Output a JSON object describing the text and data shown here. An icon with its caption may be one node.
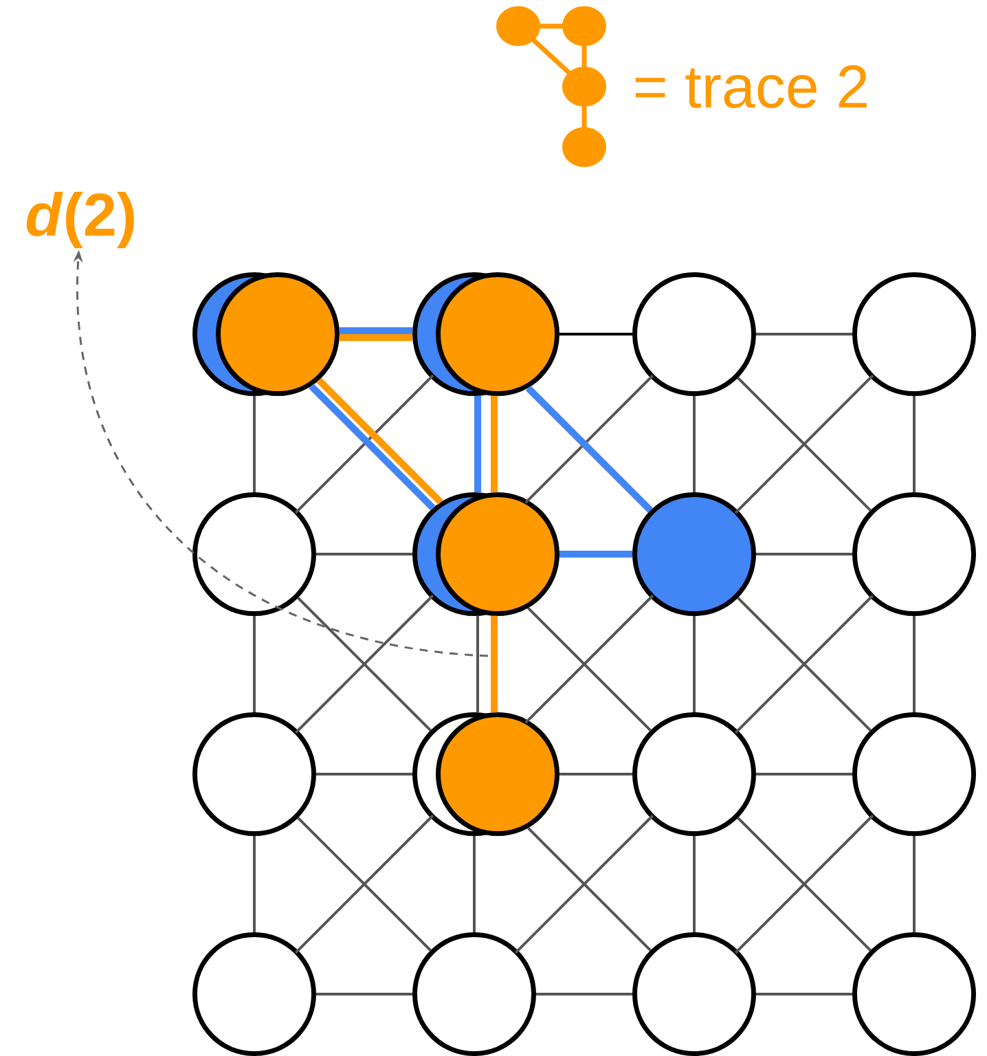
{
  "diagram": {
    "nodes": [
      {
        "text": [],
        "shape": "circle"
      },
      {
        "text": [],
        "shape": "circle"
      },
      {
        "text": [],
        "shape": "circle"
      },
      {
        "text": [],
        "shape": "circle"
      },
      {
        "text": [],
        "shape": "circle"
      },
      {
        "text": [],
        "shape": "circle"
      },
      {
        "text": [],
        "shape": "circle"
      },
      {
        "text": [],
        "shape": "circle"
      },
      {
        "text": [],
        "shape": "circle"
      },
      {
        "text": [],
        "shape": "circle"
      },
      {
        "text": [],
        "shape": "circle"
      },
      {
        "text": [],
        "shape": "circle"
      },
      {
        "text": [],
        "shape": "circle"
      },
      {
        "text": [],
        "shape": "circle"
      },
      {
        "text": [],
        "shape": "circle"
      },
      {
        "text": [],
        "shape": "circle"
      },
      {
        "text": [
          "*d*(2)"
        ]
      }
    ],
    "edges": [
      {
        "from": 1,
        "to": 2,
        "arrow": "none",
        "color": "#000000"
      },
      {
        "from": 2,
        "to": 3,
        "arrow": "none"
      },
      {
        "from": 4,
        "to": 5,
        "arrow": "none"
      },
      {
        "from": 6,
        "to": 7,
        "arrow": "none"
      },
      {
        "from": 8,
        "to": 9,
        "arrow": "none"
      },
      {
        "from": 9,
        "to": 10,
        "arrow": "none"
      },
      {
        "from": 10,
        "to": 11,
        "arrow": "none"
      },
      {
        "from": 12,
        "to": 13,
        "arrow": "none"
      },
      {
        "from": 13,
        "to": 14,
        "arrow": "none"
      },
      {
        "from": 14,
        "to": 15,
        "arrow": "none"
      },
      {
        "from": 0,
        "to": 4,
        "arrow": "none"
      },
      {
        "from": 4,
        "to": 8,
        "arrow": "none"
      },
      {
        "from": 8,
        "to": 12,
        "arrow": "none"
      },
      {
        "from": 5,
        "to": 9,
        "arrow": "none"
      },
      {
        "from": 9,
        "to": 13,
        "arrow": "none"
      },
      {
        "from": 2,
        "to": 6,
        "arrow": "none"
      },
      {
        "from": 6,
        "to": 10,
        "arrow": "none"
      },
      {
        "from": 10,
        "to": 14,
        "arrow": "none"
      },
      {
        "from": 3,
        "to": 7,
        "arrow": "none"
      },
      {
        "from": 7,
        "to": 11,
        "arrow": "none"
      },
      {
        "from": 11,
        "to": 15,
        "arrow": "none"
      },
      {
        "from": 1,
        "to": 4,
        "arrow": "none"
      },
      {
        "from": 2,
        "to": 5,
        "arrow": "none"
      },
      {
        "from": 2,
        "to": 7,
        "arrow": "none"
      },
      {
        "from": 3,
        "to": 6,
        "arrow": "none"
      },
      {
        "from": 4,
        "to": 9,
        "arrow": "none"
      },
      {
        "from": 5,
        "to": 8,
        "arrow": "none"
      },
      {
        "from": 5,
        "to": 10,
        "arrow": "none"
      },
      {
        "from": 6,
        "to": 9,
        "arrow": "none"
      },
      {
        "from": 6,
        "to": 11,
        "arrow": "none"
      },
      {
        "from": 7,
        "to": 10,
        "arrow": "none"
      },
      {
        "from": 8,
        "to": 13,
        "arrow": "none"
      },
      {
        "from": 9,
        "to": 12,
        "arrow": "none"
      },
      {
        "from": 9,
        "to": 14,
        "arrow": "none"
      },
      {
        "from": 10,
        "to": 13,
        "arrow": "none"
      },
      {
        "from": 10,
        "to": 15,
        "arrow": "none"
      },
      {
        "from": 11,
        "to": 14,
        "arrow": "none"
      },
      {
        "from": 0,
        "to": 1,
        "arrow": "none",
        "style": "thick",
        "color": "#4285f4"
      },
      {
        "from": 0,
        "to": 5,
        "arrow": "none",
        "style": "thick",
        "color": "#4285f4"
      },
      {
        "from": 1,
        "to": 5,
        "arrow": "none",
        "style": "thick",
        "color": "#4285f4"
      },
      {
        "from": 1,
        "to": 6,
        "arrow": "none",
        "style": "thick",
        "color": "#4285f4"
      },
      {
        "from": 5,
        "to": 6,
        "arrow": "none",
        "style": "thick",
        "color": "#4285f4"
      },
      {
        "from": 0,
        "to": 1,
        "arrow": "none",
        "style": "thick",
        "color": "#ff9900"
      },
      {
        "from": 0,
        "to": 5,
        "arrow": "none",
        "style": "thick",
        "color": "#ff9900"
      },
      {
        "from": 1,
        "to": 5,
        "arrow": "none",
        "style": "thick",
        "color": "#ff9900"
      },
      {
        "from": 5,
        "to": 9,
        "arrow": "none",
        "style": "thick",
        "color": "#ff9900"
      },
      {
        "from": null,
        "to": 16,
        "arrow": "to",
        "style": "dashed",
        "color": "#666666"
      }
    ],
    "legend": [
      {
        "text": "= trace 2"
      }
    ]
  }
}
